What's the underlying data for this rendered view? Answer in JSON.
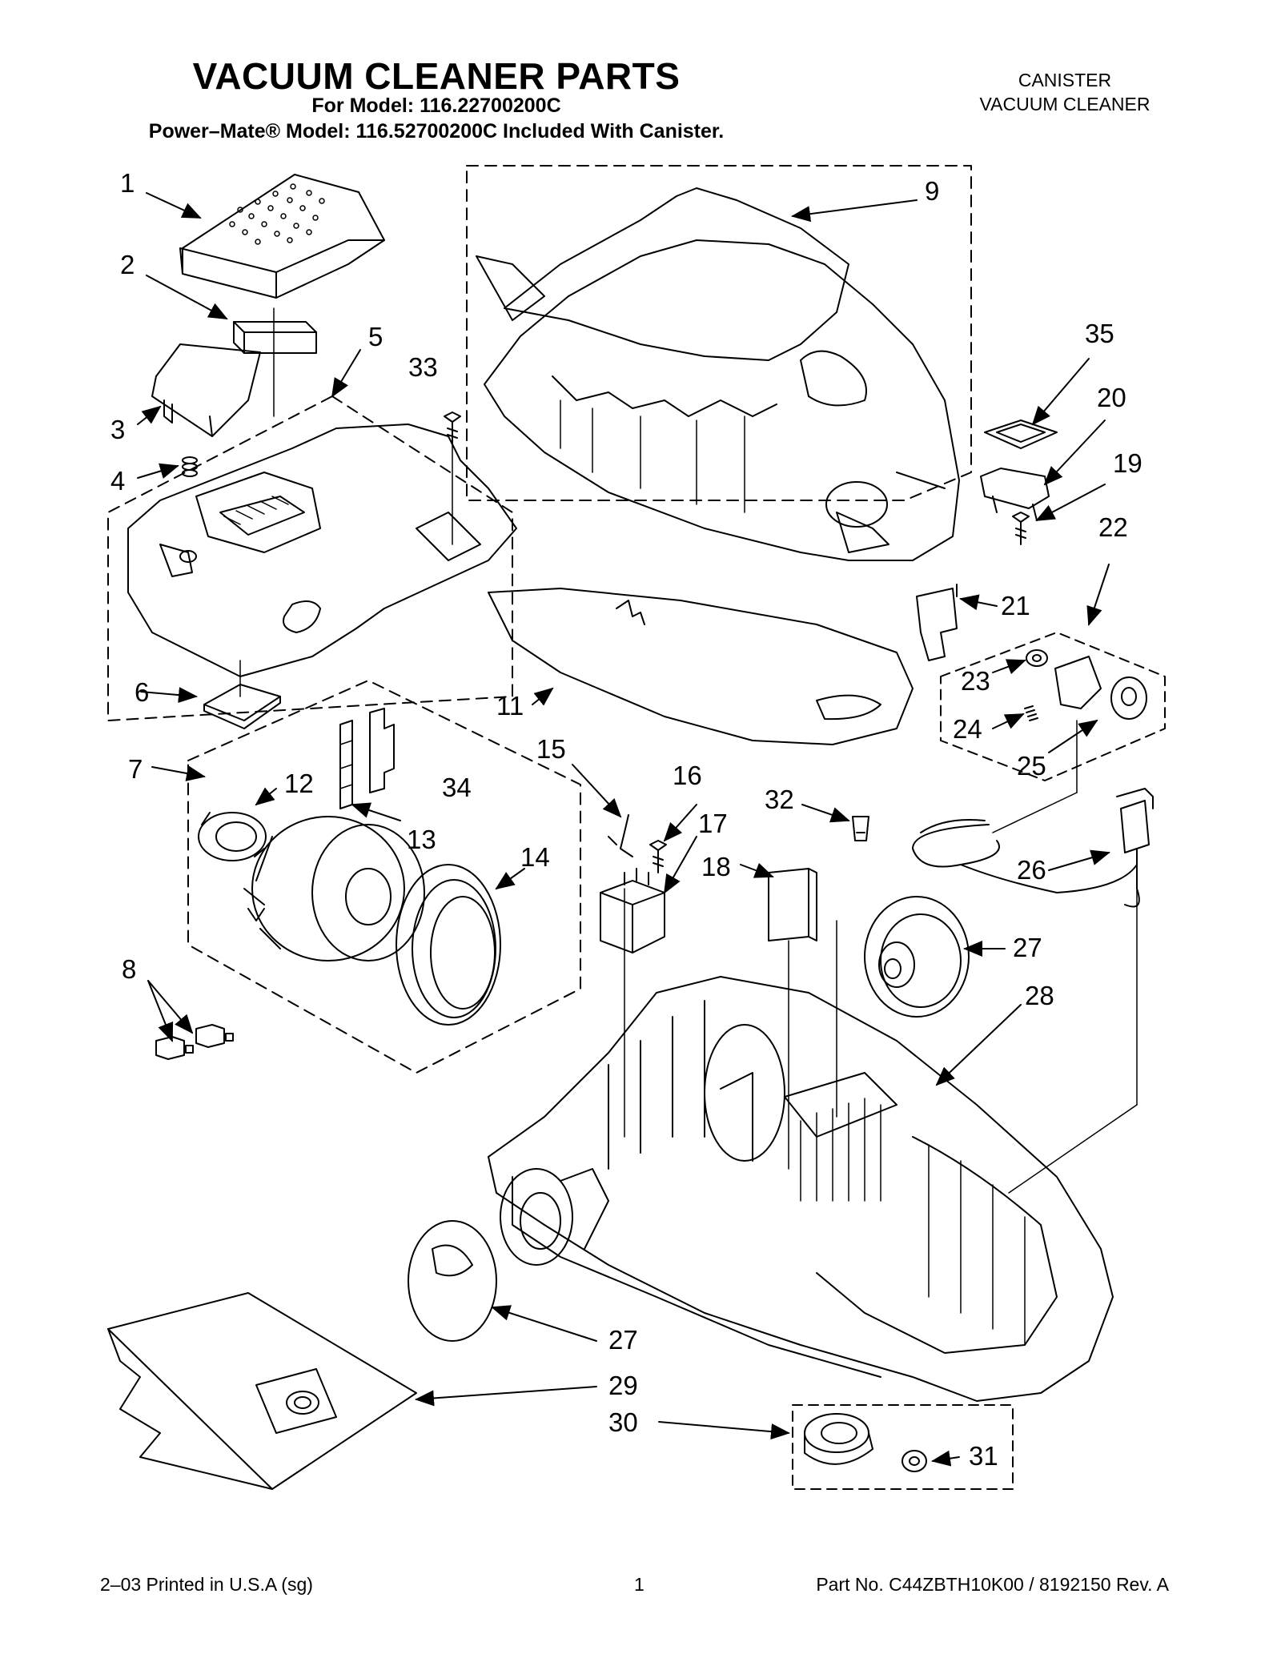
{
  "header": {
    "title": "VACUUM CLEANER PARTS",
    "model_line": "For Model: 116.22700200C",
    "powermate_line": "Power–Mate® Model: 116.52700200C Included With Canister.",
    "category_line1": "CANISTER",
    "category_line2": "VACUUM CLEANER"
  },
  "callouts": {
    "c1": "1",
    "c2": "2",
    "c3": "3",
    "c4": "4",
    "c5": "5",
    "c6": "6",
    "c7": "7",
    "c8": "8",
    "c9": "9",
    "c11": "11",
    "c12": "12",
    "c13": "13",
    "c14": "14",
    "c15": "15",
    "c16": "16",
    "c17": "17",
    "c18": "18",
    "c19": "19",
    "c20": "20",
    "c21": "21",
    "c22": "22",
    "c23": "23",
    "c24": "24",
    "c25": "25",
    "c26": "26",
    "c27a": "27",
    "c27b": "27",
    "c28": "28",
    "c29": "29",
    "c30": "30",
    "c31": "31",
    "c32": "32",
    "c33": "33",
    "c34": "34",
    "c35": "35"
  },
  "footer": {
    "printed": "2–03 Printed in U.S.A (sg)",
    "page": "1",
    "part_no": "Part No. C44ZBTH10K00 / 8192150 Rev. A"
  }
}
